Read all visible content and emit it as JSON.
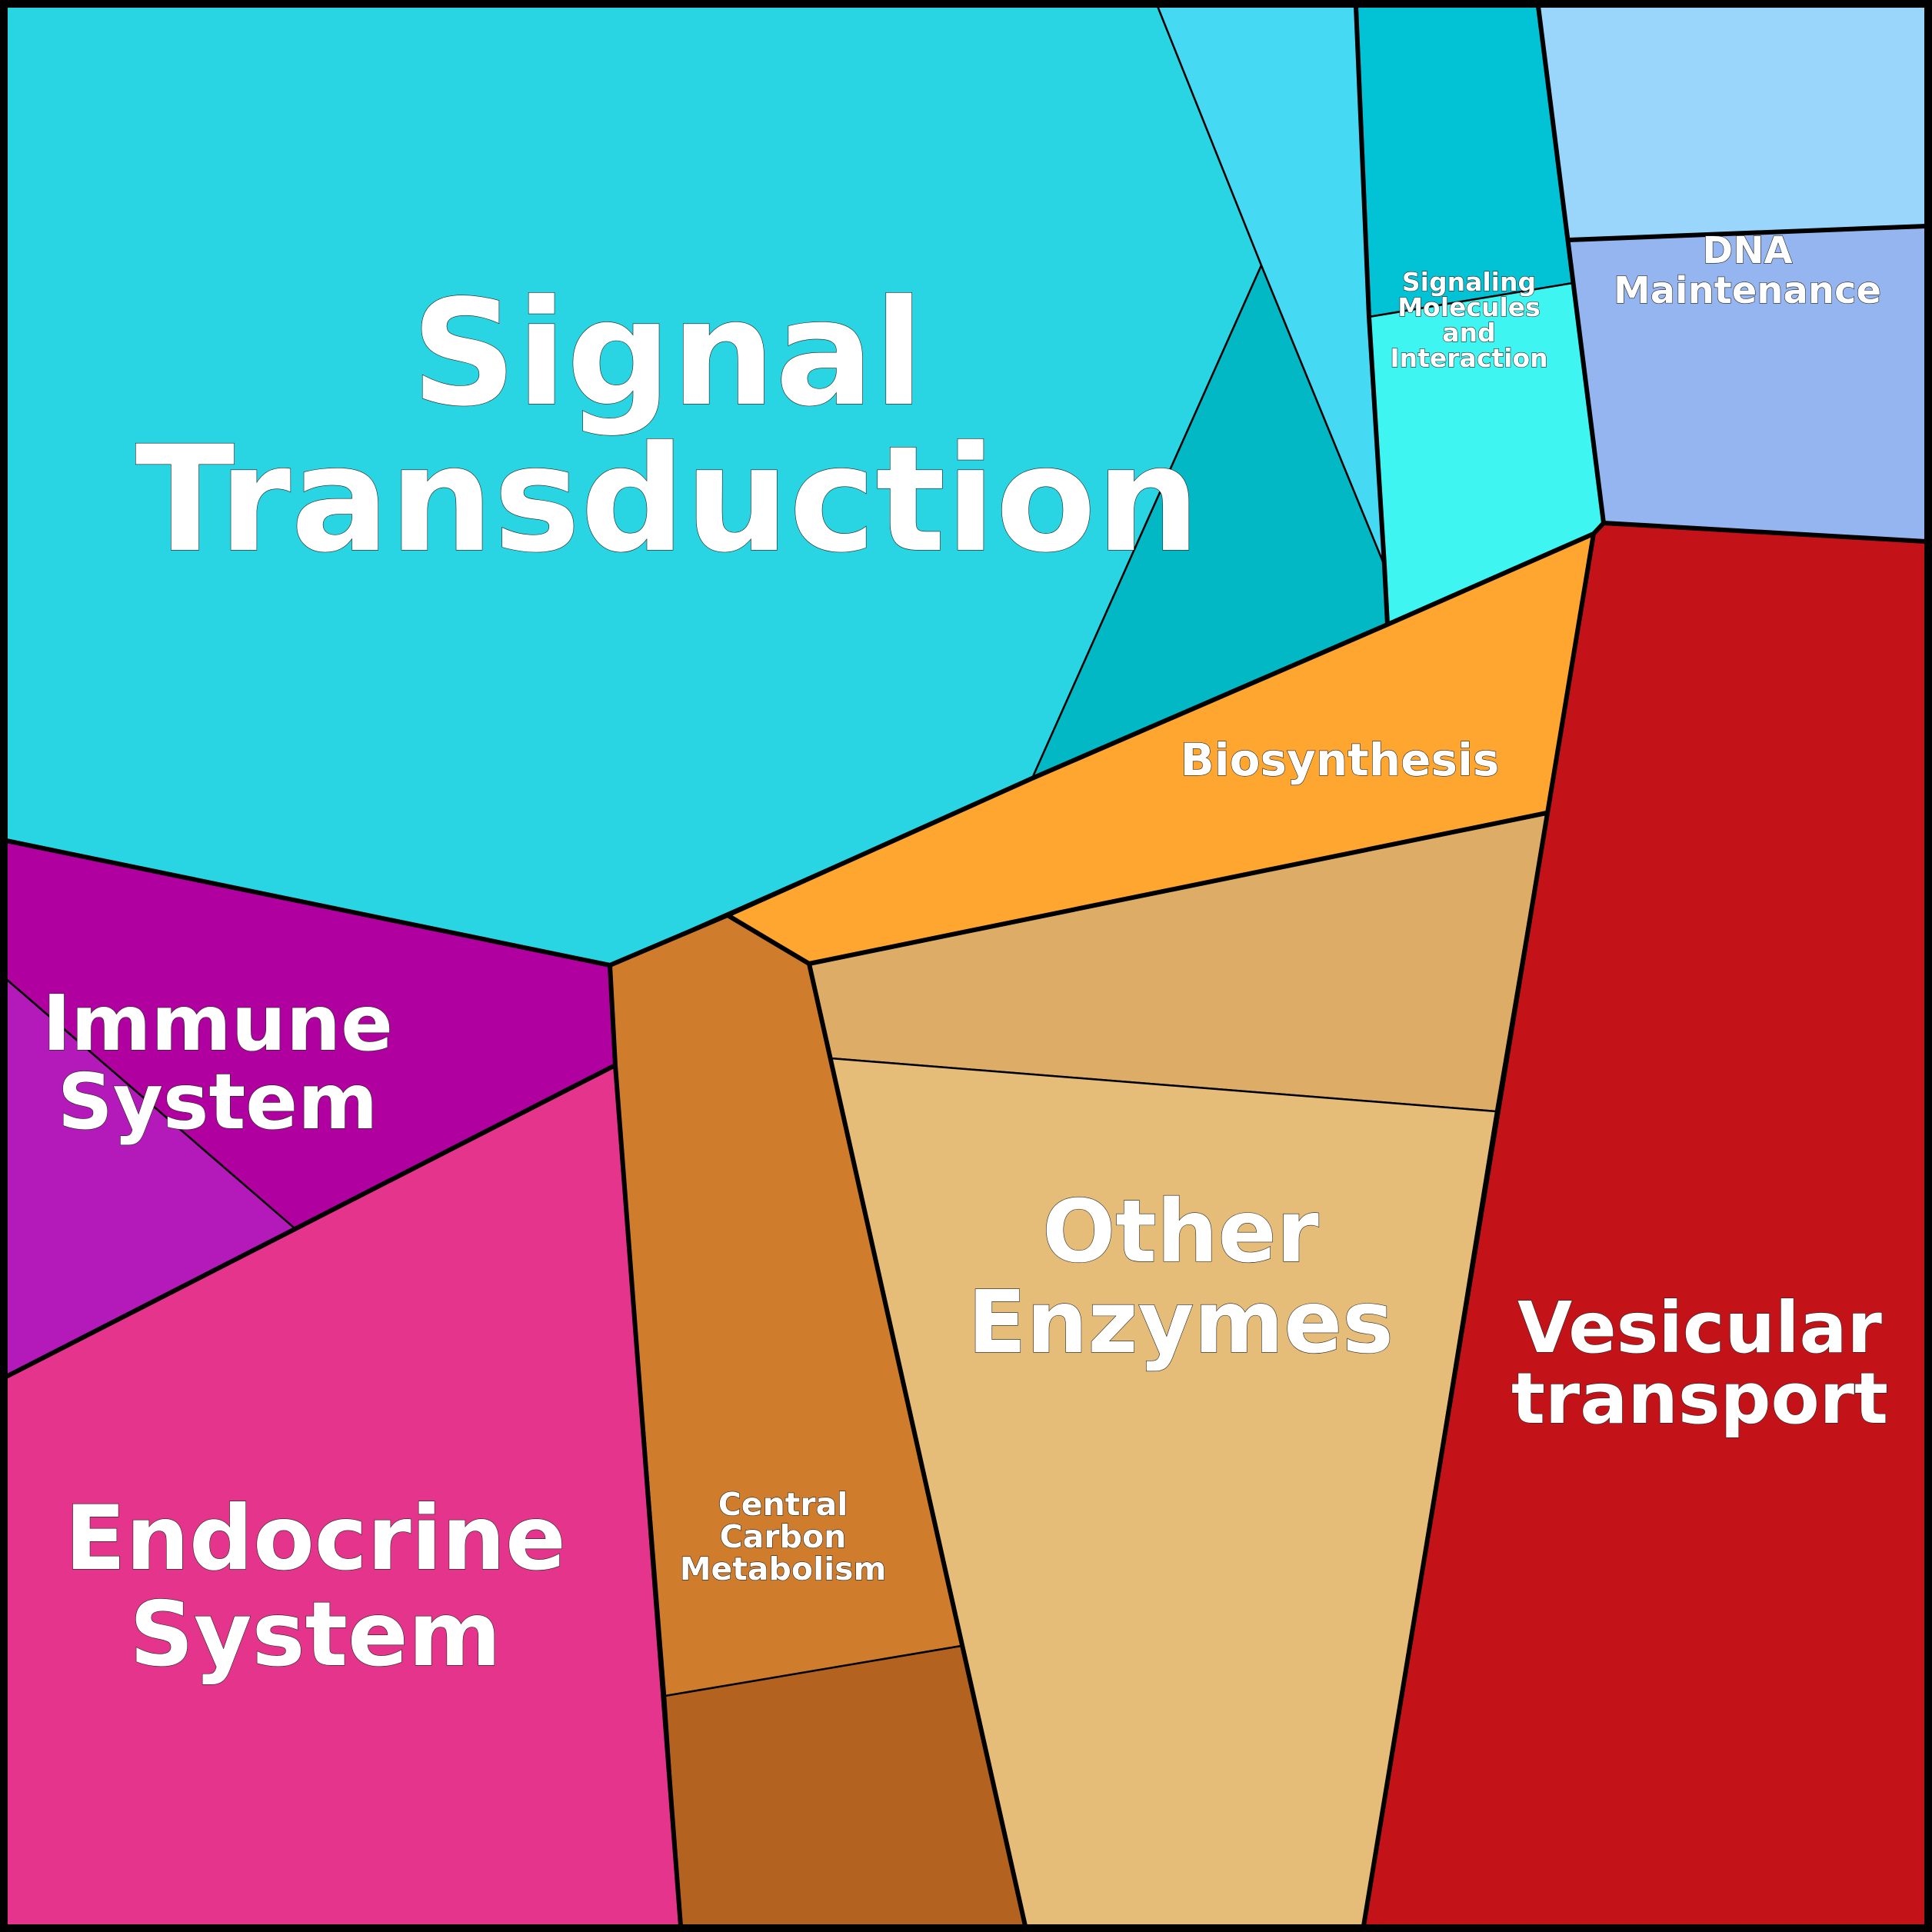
{
  "chart_data": {
    "type": "voronoi-treemap",
    "title": "",
    "cells": [
      {
        "name": "Signal Transduction",
        "group": "Signal Transduction",
        "color": "#2AD5E3"
      },
      {
        "name": "Signal Transduction (sub 2)",
        "group": "Signal Transduction",
        "color": "#01B8C4"
      },
      {
        "name": "Signal Transduction (sub 3)",
        "group": "Signal Transduction",
        "color": "#46D9F3"
      },
      {
        "name": "Signaling Molecules and Interaction (sub 1)",
        "group": "Signaling Molecules and Interaction",
        "color": "#02C3D6"
      },
      {
        "name": "Signaling Molecules and Interaction (sub 2)",
        "group": "Signaling Molecules and Interaction",
        "color": "#3EF5F1"
      },
      {
        "name": "DNA Maintenance (sub 1)",
        "group": "DNA Maintenance",
        "color": "#9AD5FB"
      },
      {
        "name": "DNA Maintenance (sub 2)",
        "group": "DNA Maintenance",
        "color": "#94B5F0"
      },
      {
        "name": "Vesicular transport",
        "group": "Vesicular transport",
        "color": "#C31218"
      },
      {
        "name": "Biosynthesis",
        "group": "Biosynthesis",
        "color": "#FEA62F"
      },
      {
        "name": "Other Enzymes (sub 1)",
        "group": "Other Enzymes",
        "color": "#DDAD67"
      },
      {
        "name": "Other Enzymes (sub 2)",
        "group": "Other Enzymes",
        "color": "#E6BC79"
      },
      {
        "name": "Central Carbon Metabolism (sub 1)",
        "group": "Central Carbon Metabolism",
        "color": "#CF7D2D"
      },
      {
        "name": "Central Carbon Metabolism (sub 2)",
        "group": "Central Carbon Metabolism",
        "color": "#B4621F"
      },
      {
        "name": "Immune System (sub 1)",
        "group": "Immune System",
        "color": "#B0009F"
      },
      {
        "name": "Immune System (sub 2)",
        "group": "Immune System",
        "color": "#B41AB9"
      },
      {
        "name": "Endocrine System",
        "group": "Endocrine System",
        "color": "#E5348B"
      }
    ],
    "labels": [
      {
        "group": "Signal Transduction",
        "lines": [
          "Signal",
          "Transduction"
        ]
      },
      {
        "group": "Signaling Molecules and Interaction",
        "lines": [
          "Signaling",
          "Molecules",
          "and",
          "Interaction"
        ]
      },
      {
        "group": "DNA Maintenance",
        "lines": [
          "DNA",
          "Maintenance"
        ]
      },
      {
        "group": "Biosynthesis",
        "lines": [
          "Biosynthesis"
        ]
      },
      {
        "group": "Immune System",
        "lines": [
          "Immune",
          "System"
        ]
      },
      {
        "group": "Other Enzymes",
        "lines": [
          "Other",
          "Enzymes"
        ]
      },
      {
        "group": "Vesicular transport",
        "lines": [
          "Vesicular",
          "transport"
        ]
      },
      {
        "group": "Central Carbon Metabolism",
        "lines": [
          "Central",
          "Carbon",
          "Metabolism"
        ]
      },
      {
        "group": "Endocrine System",
        "lines": [
          "Endocrine",
          "System"
        ]
      }
    ]
  }
}
